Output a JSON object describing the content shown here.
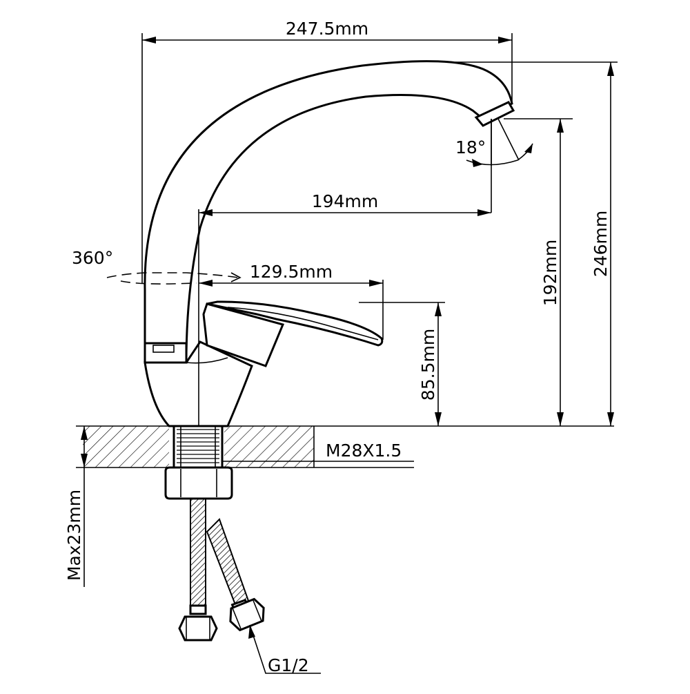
{
  "dimensions": {
    "total_width": "247.5mm",
    "spout_reach": "194mm",
    "handle_reach": "129.5mm",
    "rotation": "360°",
    "tilt_angle": "18°",
    "spout_height": "192mm",
    "total_height": "246mm",
    "base_height": "85.5mm",
    "thread": "M28X1.5",
    "max_thickness": "Max23mm",
    "connector": "G1/2"
  }
}
